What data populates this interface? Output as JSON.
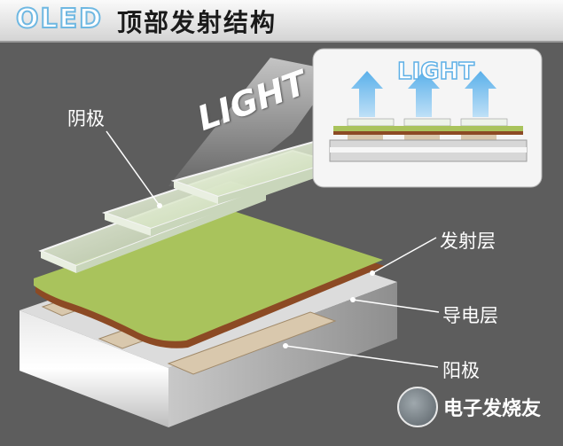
{
  "title": {
    "prefix": "OLED",
    "main": "顶部发射结构"
  },
  "labels": {
    "anode_top": "阴极",
    "emissive_layer": "发射层",
    "conductive_layer": "导电层",
    "anode_bottom": "阳极"
  },
  "light_text": "LIGHT",
  "inset_light_text": "LIGHT",
  "watermark": {
    "brand": "电子发烧友"
  },
  "colors": {
    "emissive_green": "#a9c35c",
    "conductive_brown": "#8c4a24",
    "glass": "#cfe0c8",
    "arrow_blue": "#5ab0ea",
    "base_silver": "#cfcfcf"
  }
}
